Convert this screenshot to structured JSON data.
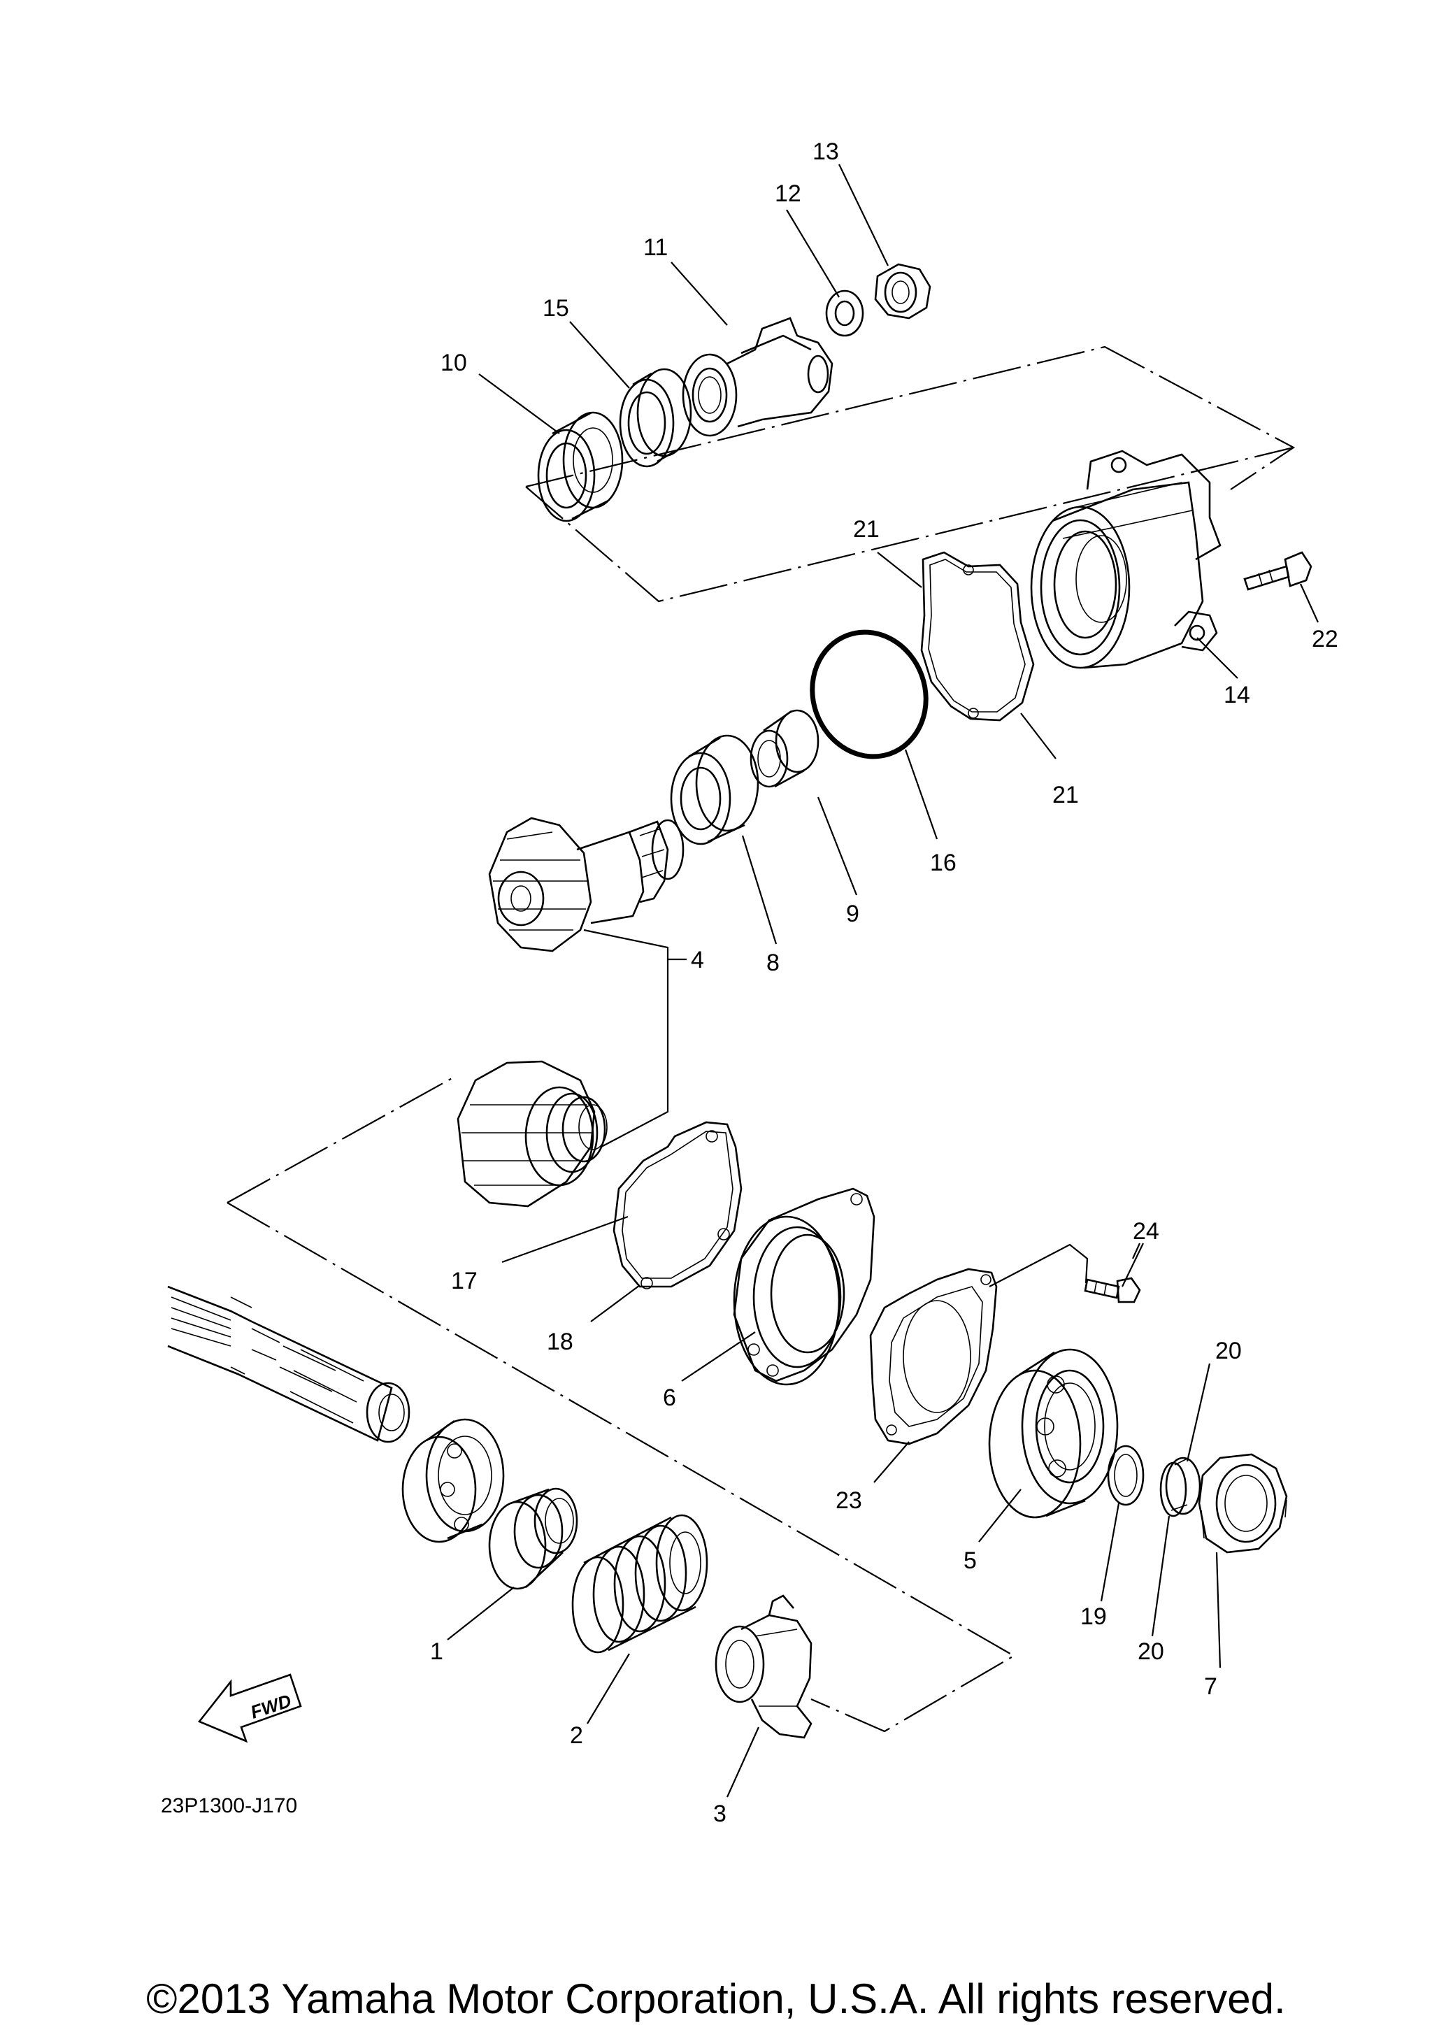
{
  "diagram_code": "23P1300-J170",
  "copyright": "©2013 Yamaha Motor Corporation, U.S.A. All rights reserved.",
  "fwd_label": "FWD",
  "callouts": {
    "c1": "1",
    "c2": "2",
    "c3": "3",
    "c4": "4",
    "c5": "5",
    "c6": "6",
    "c7": "7",
    "c8": "8",
    "c9": "9",
    "c10": "10",
    "c11": "11",
    "c12": "12",
    "c13": "13",
    "c14": "14",
    "c15": "15",
    "c16": "16",
    "c17": "17",
    "c18": "18",
    "c19": "19",
    "c20a": "20",
    "c20b": "20",
    "c21a": "21",
    "c21b": "21",
    "c22": "22",
    "c23": "23",
    "c24": "24"
  }
}
